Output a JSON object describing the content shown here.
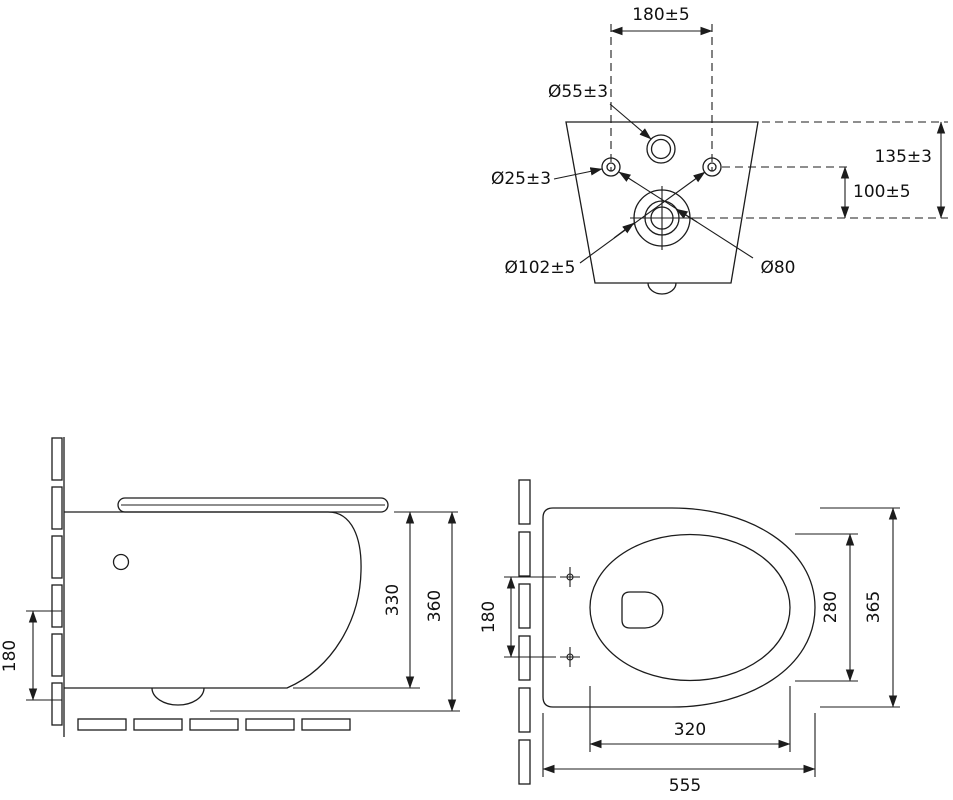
{
  "colors": {
    "ink": "#1c1c1c",
    "background": "#ffffff"
  },
  "views": {
    "rear": {
      "labels": {
        "bolt_spacing": "180±5",
        "inlet_diameter": "Ø55±3",
        "bolt_hole_diameter": "Ø25±3",
        "rim_to_outlet_height": "135±3",
        "bolt_to_outlet_height": "100±5",
        "outlet_diameter": "Ø102±5",
        "outlet_inner_diameter": "Ø80"
      }
    },
    "side": {
      "labels": {
        "outlet_height": "180",
        "bowl_height": "330",
        "overall_height": "360"
      }
    },
    "plan": {
      "labels": {
        "bolt_spacing": "180",
        "bowl_width": "280",
        "overall_width": "365",
        "bowl_length": "320",
        "overall_depth": "555"
      }
    }
  }
}
